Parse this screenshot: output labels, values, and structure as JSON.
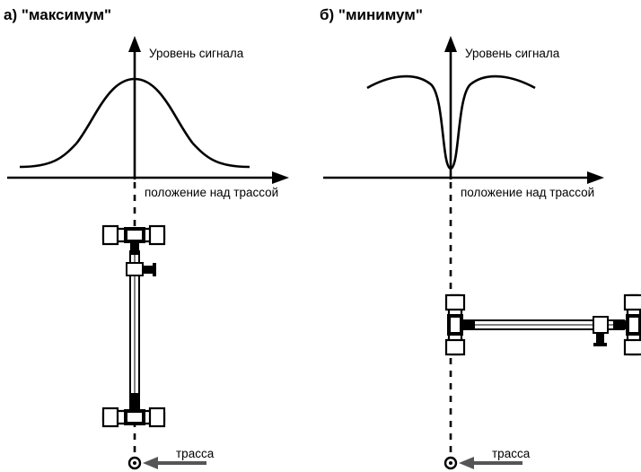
{
  "panel_left": {
    "title": "а) \"максимум\"",
    "y_axis_label": "Уровень сигнала",
    "x_axis_label": "положение над трассой",
    "track_label": "трасса"
  },
  "panel_right": {
    "title": "б) \"минимум\"",
    "y_axis_label": "Уровень сигнала",
    "x_axis_label": "положение над трассой",
    "track_label": "трасса"
  }
}
